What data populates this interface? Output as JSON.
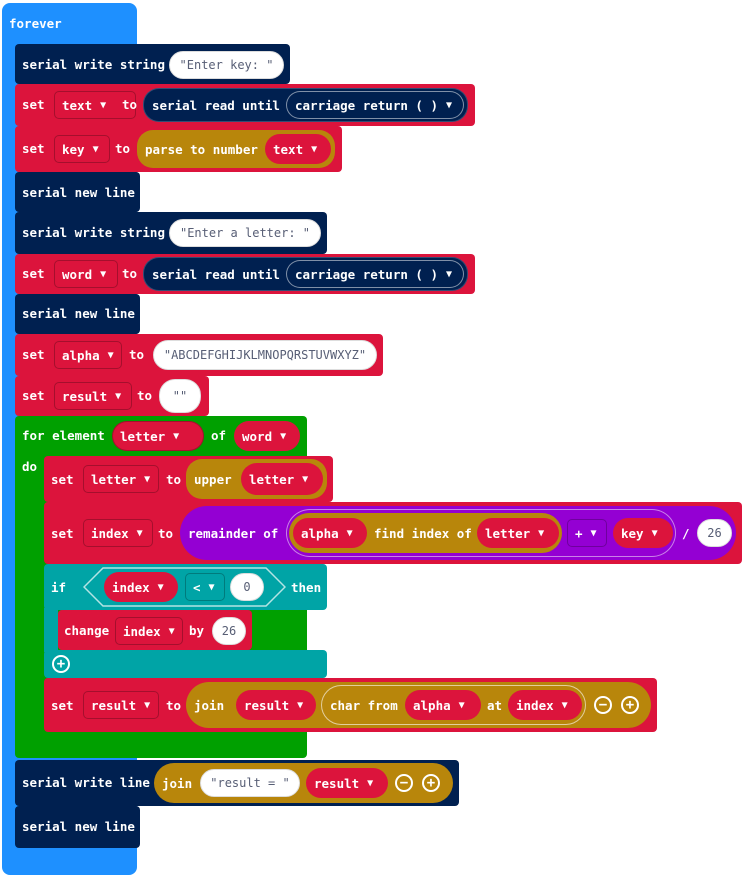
{
  "forever": {
    "label": "forever"
  },
  "b1": {
    "label": "serial write string",
    "value": "\"Enter key: \""
  },
  "b2": {
    "set": "set",
    "var": "text",
    "to": "to",
    "read": "serial read until",
    "delim": "carriage return ( )"
  },
  "b3": {
    "set": "set",
    "var": "key",
    "to": "to",
    "parse": "parse to number",
    "arg": "text"
  },
  "b4": {
    "label": "serial new line"
  },
  "b5": {
    "label": "serial write string",
    "value": "\"Enter a letter: \""
  },
  "b6": {
    "set": "set",
    "var": "word",
    "to": "to",
    "read": "serial read until",
    "delim": "carriage return ( )"
  },
  "b7": {
    "label": "serial new line"
  },
  "b8": {
    "set": "set",
    "var": "alpha",
    "to": "to",
    "value": "\"ABCDEFGHIJKLMNOPQRSTUVWXYZ\""
  },
  "b9": {
    "set": "set",
    "var": "result",
    "to": "to",
    "value": "\"\""
  },
  "loop": {
    "for": "for element",
    "var": "letter",
    "of": "of",
    "list": "word",
    "do": "do"
  },
  "l1": {
    "set": "set",
    "var": "letter",
    "to": "to",
    "fn": "upper",
    "arg": "letter"
  },
  "l2": {
    "set": "set",
    "var": "index",
    "to": "to",
    "rem": "remainder of",
    "alpha": "alpha",
    "find": "find index of",
    "letter": "letter",
    "op": "+",
    "key": "key",
    "div": "/",
    "num": "26"
  },
  "ifb": {
    "if": "if",
    "var": "index",
    "op": "<",
    "num": "0",
    "then": "then",
    "change": "change",
    "cvar": "index",
    "by": "by",
    "cnum": "26",
    "add": "+"
  },
  "l3": {
    "set": "set",
    "var": "result",
    "to": "to",
    "join": "join",
    "result": "result",
    "charfrom": "char from",
    "alpha": "alpha",
    "at": "at",
    "index": "index",
    "minus": "−",
    "plus": "+"
  },
  "e1": {
    "label": "serial write line",
    "join": "join",
    "value": "\"result = \"",
    "var": "result",
    "minus": "−",
    "plus": "+"
  },
  "e2": {
    "label": "serial new line"
  }
}
